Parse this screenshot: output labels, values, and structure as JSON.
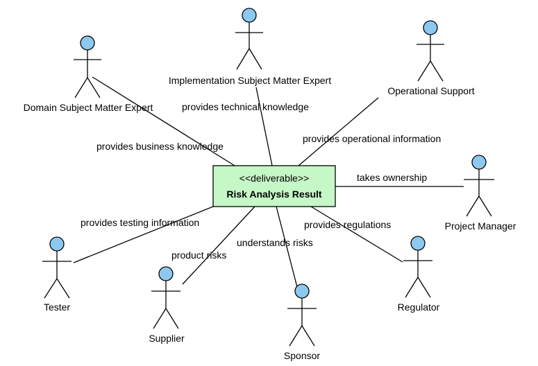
{
  "deliverable": {
    "stereotype": "<<deliverable>>",
    "title": "Risk Analysis Result",
    "fill_color": "#c6f7c6"
  },
  "actors": [
    {
      "id": "domain",
      "name": "Domain Subject Matter Expert"
    },
    {
      "id": "impl",
      "name": "Implementation Subject Matter Expert"
    },
    {
      "id": "ops",
      "name": "Operational Support"
    },
    {
      "id": "pm",
      "name": "Project Manager"
    },
    {
      "id": "tester",
      "name": "Tester"
    },
    {
      "id": "supplier",
      "name": "Supplier"
    },
    {
      "id": "sponsor",
      "name": "Sponsor"
    },
    {
      "id": "regulator",
      "name": "Regulator"
    }
  ],
  "relations": [
    {
      "id": "domain",
      "label": "provides business knowledge"
    },
    {
      "id": "impl",
      "label": "provides technical knowledge"
    },
    {
      "id": "ops",
      "label": "provides operational information"
    },
    {
      "id": "pm",
      "label": "takes ownership"
    },
    {
      "id": "tester",
      "label": "provides testing information"
    },
    {
      "id": "supplier",
      "label": "product risks"
    },
    {
      "id": "sponsor",
      "label": "understands risks"
    },
    {
      "id": "regulator",
      "label": "provides regulations"
    }
  ],
  "colors": {
    "actor_head": "#8cc8f0",
    "line": "#000000"
  }
}
